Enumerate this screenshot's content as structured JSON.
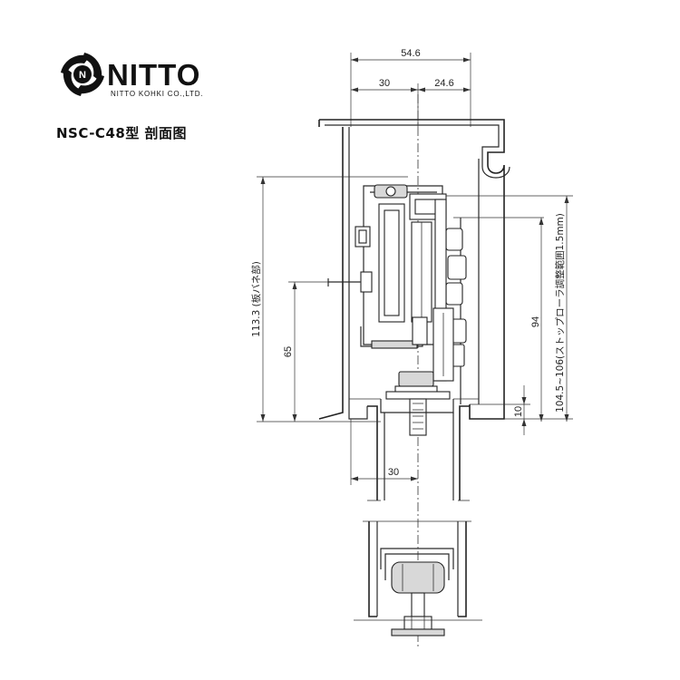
{
  "brand": {
    "name": "NITTO",
    "subtitle": "NITTO KOHKI CO.,LTD."
  },
  "drawing": {
    "title": "NSC-C48型  剖面图"
  },
  "dimensions": {
    "overall_width": "54.6",
    "left_width": "30",
    "right_width": "24.6",
    "bottom_width": "30",
    "height_spring": "113.3 (板バネ部)",
    "height_65": "65",
    "height_94": "94",
    "height_10": "10",
    "stop_roller_range": "104.5~106(ストップローラ調整範囲1.5mm)"
  }
}
